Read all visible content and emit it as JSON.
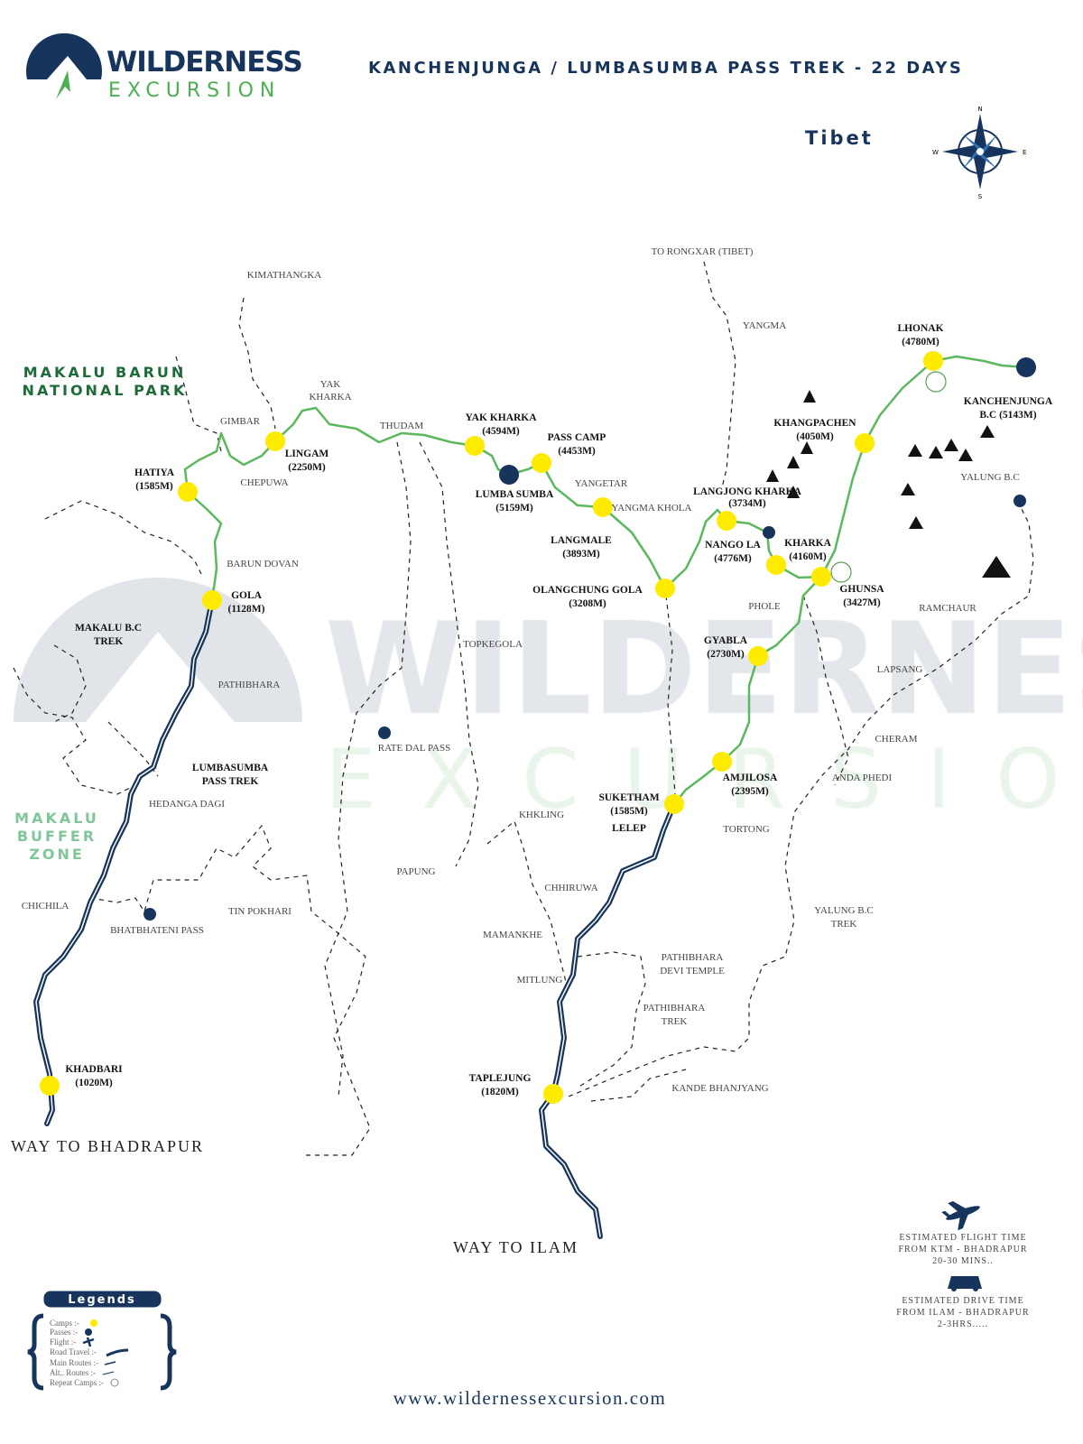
{
  "logo": {
    "line1": "WILDERNESS",
    "line2": "EXCURSION"
  },
  "title": "KANCHENJUNGA / LUMBASUMBA PASS TREK - 22 DAYS",
  "country_label": "Tibet",
  "compass": {
    "n": "N",
    "s": "S",
    "e": "E",
    "w": "W"
  },
  "regions": {
    "makalu_barun": [
      "MAKALU BARUN",
      "NATIONAL PARK"
    ],
    "buffer_zone": [
      "MAKALU",
      "BUFFER",
      "ZONE"
    ]
  },
  "camps": [
    {
      "name": "GOLA",
      "alt": "(1128M)"
    },
    {
      "name": "HATIYA",
      "alt": "(1585M)"
    },
    {
      "name": "LINGAM",
      "alt": "(2250M)"
    },
    {
      "name": "YAK KHARKA",
      "alt": "(4594M)"
    },
    {
      "name": "PASS CAMP",
      "alt": "(4453M)"
    },
    {
      "name": "LANGMALE",
      "alt": "(3893M)"
    },
    {
      "name": "OLANGCHUNG GOLA",
      "alt": "(3208M)"
    },
    {
      "name": "LANGJONG KHARKA",
      "alt": "(3734M)"
    },
    {
      "name": "KHARKA",
      "alt": "(4160M)"
    },
    {
      "name": "GHUNSA",
      "alt": "(3427M)"
    },
    {
      "name": "KHANGPACHEN",
      "alt": "(4050M)"
    },
    {
      "name": "LHONAK",
      "alt": "(4780M)"
    },
    {
      "name": "GYABLA",
      "alt": "(2730M)"
    },
    {
      "name": "AMJILOSA",
      "alt": "(2395M)"
    },
    {
      "name": "SUKETHAM",
      "alt": "(1585M)",
      "extra": "LELEP"
    },
    {
      "name": "TAPLEJUNG",
      "alt": "(1820M)"
    },
    {
      "name": "KHADBARI",
      "alt": "(1020M)"
    }
  ],
  "passes": [
    {
      "name": "LUMBA SUMBA",
      "alt": "(5159M)"
    },
    {
      "name": "NANGO LA",
      "alt": "(4776M)"
    },
    {
      "name": "KANCHENJUNGA",
      "alt": "B.C (5143M)"
    },
    {
      "name": "RATE DAL PASS"
    },
    {
      "name": "BHATBHATENI PASS"
    }
  ],
  "places": [
    "KIMATHANGKA",
    "TO RONGXAR (TIBET)",
    "YANGMA",
    "YAK",
    "KHARKA",
    "GIMBAR",
    "THUDAM",
    "CHEPUWA",
    "YANGETAR",
    "YALUNG B.C",
    "YANGMA KHOLA",
    "BARUN DOVAN",
    "PHOLE",
    "RAMCHAUR",
    "TOPKEGOLA",
    "LAPSANG",
    "PATHIBHARA",
    "CHERAM",
    "ANDA PHEDI",
    "HEDANGA DAGI",
    "KHKLING",
    "TORTONG",
    "PAPUNG",
    "CHHIRUWA",
    "CHICHILA",
    "TIN POKHARI",
    "MAMANKHE",
    "MITLUNG",
    "KANDE BHANJYANG"
  ],
  "multi_places": {
    "makalu_bc_trek": [
      "MAKALU B.C",
      "TREK"
    ],
    "lumbasumba_trek": [
      "LUMBASUMBA",
      "PASS TREK"
    ],
    "yalung_trek": [
      "YALUNG B.C",
      "TREK"
    ],
    "pathibhara_temple": [
      "PATHIBHARA",
      "DEVI TEMPLE"
    ],
    "pathibhara_trek": [
      "PATHIBHARA",
      "TREK"
    ]
  },
  "ways": {
    "bhadrapur": "WAY TO BHADRAPUR",
    "ilam": "WAY TO ILAM"
  },
  "flight_info": [
    "ESTIMATED FLIGHT TIME",
    "FROM KTM  - BHADRAPUR",
    "20-30 MINS.."
  ],
  "drive_info": [
    "ESTIMATED DRIVE TIME",
    "FROM ILAM  - BHADRAPUR",
    "2-3HRS....."
  ],
  "legend": {
    "title": "Legends",
    "items": [
      "Camps :-",
      "Passes :-",
      "Flight :-",
      "Road Travel :-",
      "Main Routes :-",
      "Alt.. Routes :-",
      "Repeat Camps :-"
    ]
  },
  "website": "www.wildernessexcursion.com",
  "watermark": {
    "line1": "WILDERNESS",
    "line2": "EXCURSION"
  },
  "colors": {
    "navy": "#17355c",
    "trek_green": "#5cb85c",
    "camp_yellow": "#ffeb00",
    "brand_green": "#4caf50",
    "park_green": "#1e6b3a"
  }
}
